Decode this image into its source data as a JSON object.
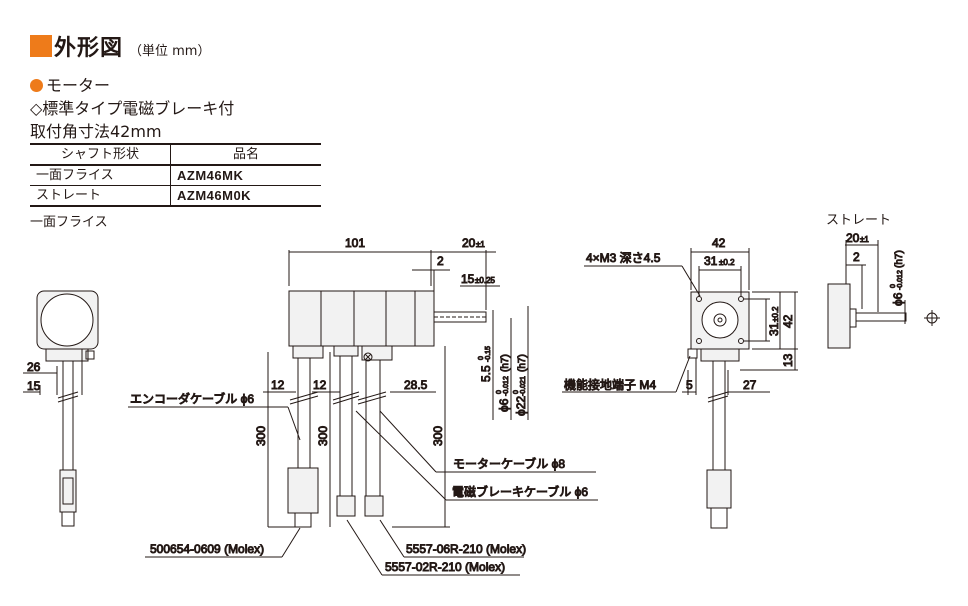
{
  "header": {
    "title": "外形図",
    "unit": "（単位 mm）"
  },
  "section": {
    "bullet": "モーター",
    "type": "◇標準タイプ電磁ブレーキ付",
    "size": "取付角寸法42mm"
  },
  "table": {
    "headers": [
      "シャフト形状",
      "品名"
    ],
    "rows": [
      [
        "一面フライス",
        "AZM46MK"
      ],
      [
        "ストレート",
        "AZM46M0K"
      ]
    ]
  },
  "views": {
    "flat_label": "一面フライス",
    "straight_label": "ストレート"
  },
  "colors": {
    "accent": "#ee7b1a",
    "line": "#231815",
    "body_gray": "#f2f2f2"
  },
  "dims": {
    "d101": "101",
    "d20": "20",
    "d20tol": "±1",
    "d2": "2",
    "d15": "15",
    "d15tol": "±0.25",
    "d55": "5.5",
    "d55tol": "-0.15",
    "d55tol0": "0",
    "phi6": "ϕ6",
    "tol0": "0",
    "tol6": "-0.012",
    "h7": "(h7)",
    "phi22": "ϕ22",
    "tol22": "-0.021",
    "d12a": "12",
    "d12b": "12",
    "d285": "28.5",
    "d300a": "300",
    "d300b": "300",
    "d300c": "300",
    "d26": "26",
    "d15b": "15",
    "d42a": "42",
    "d31": "31",
    "d31tol": "±0.2",
    "d42b": "42",
    "d31b": "31",
    "d31btol": "±0.2",
    "d13": "13",
    "d5": "5",
    "d27": "27",
    "s20": "20",
    "s20tol": "±1",
    "s2": "2"
  },
  "callouts": {
    "encoder": "エンコーダケーブル ϕ6",
    "motor_cable": "モーターケーブル ϕ8",
    "brake_cable": "電磁ブレーキケーブル ϕ6",
    "conn1": "500654-0609 (Molex)",
    "conn2": "5557-06R-210 (Molex)",
    "conn3": "5557-02R-210 (Molex)",
    "screw": "4×M3 深さ4.5",
    "ground": "機能接地端子 M4"
  }
}
